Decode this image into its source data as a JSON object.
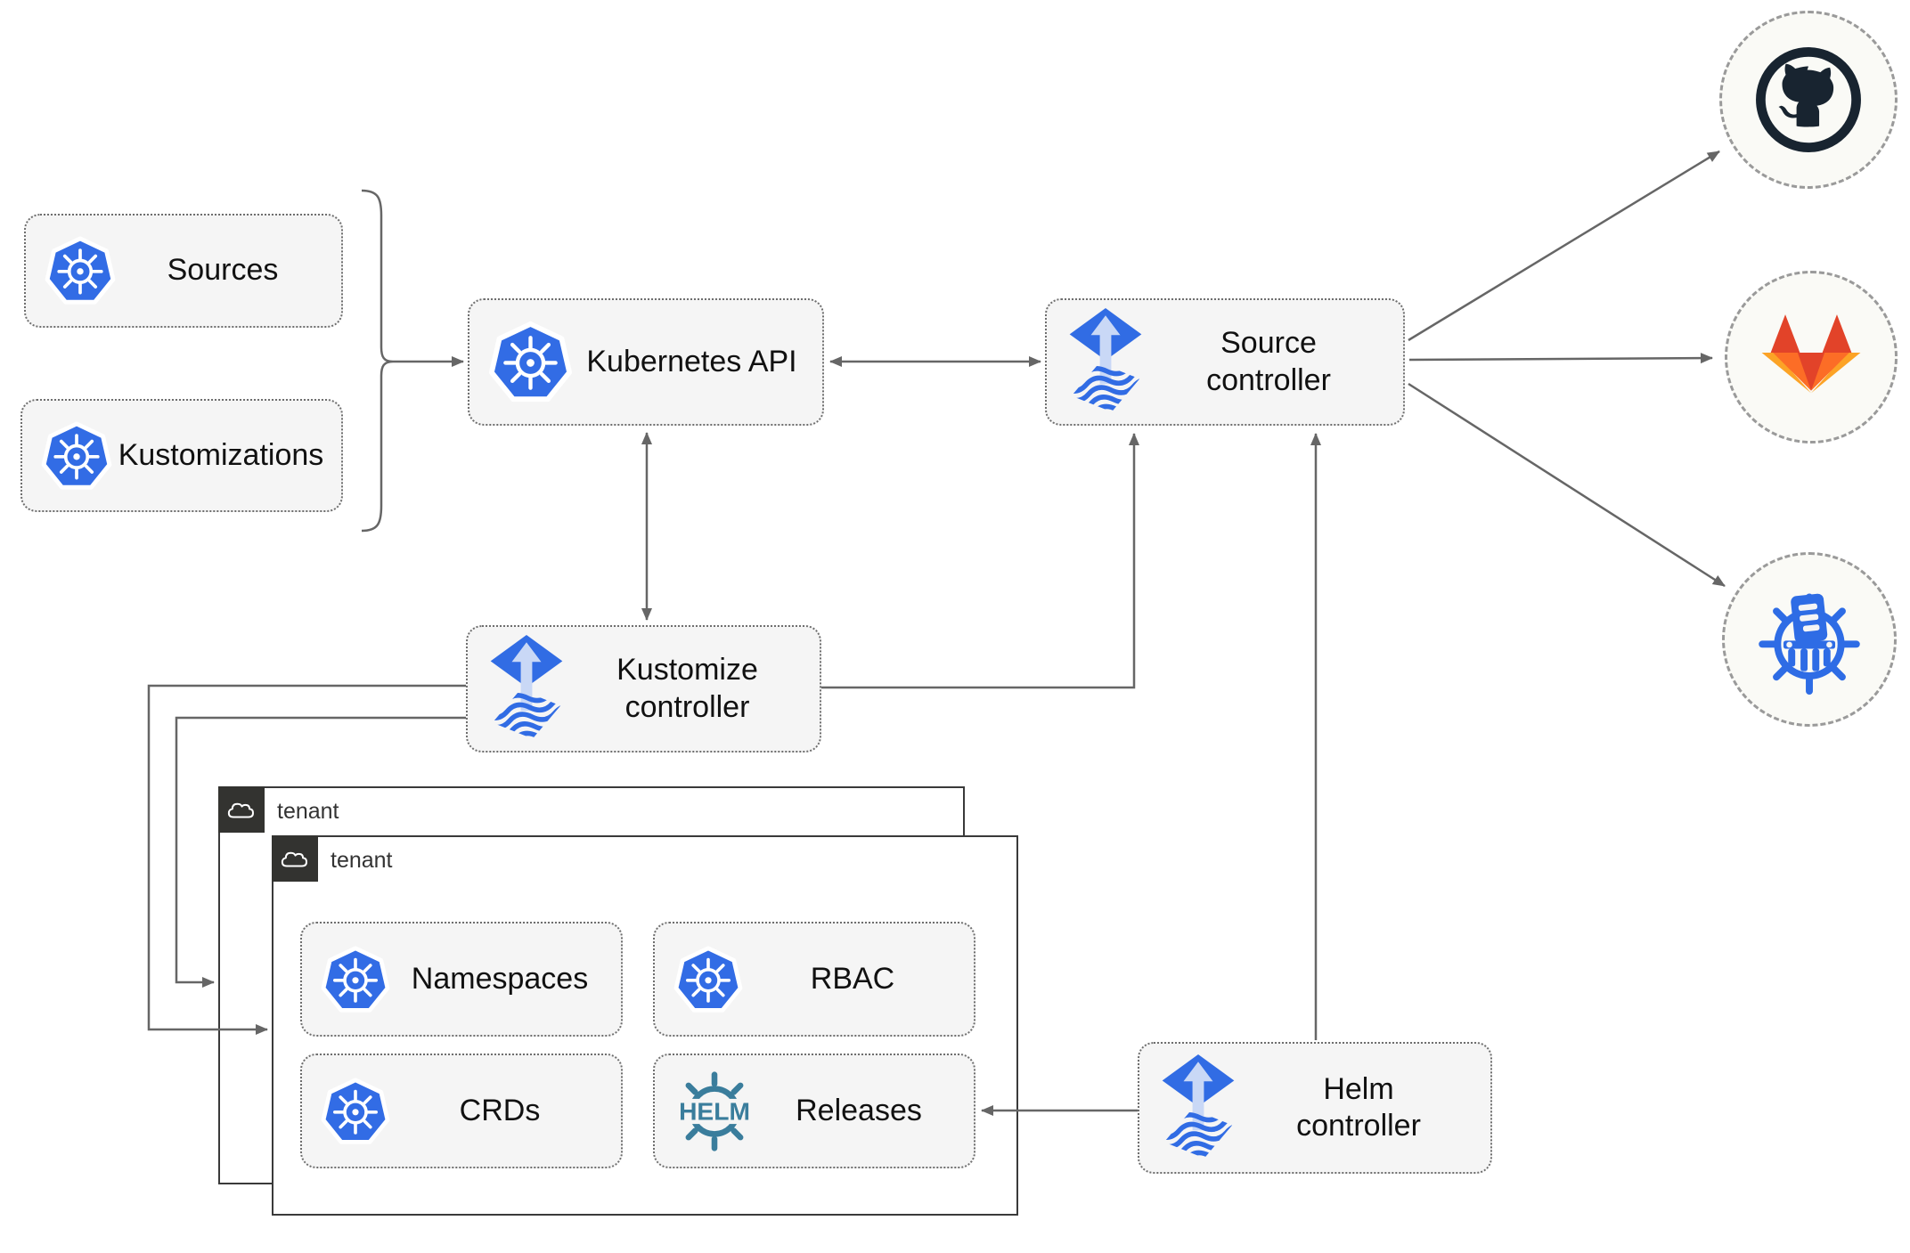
{
  "diagram": {
    "title": "Flux GitOps multi-tenant architecture",
    "nodes": {
      "sources": "Sources",
      "kustomizations": "Kustomizations",
      "kubernetes_api": "Kubernetes API",
      "source_controller": "Source\ncontroller",
      "kustomize_controller": "Kustomize\ncontroller",
      "helm_controller": "Helm\ncontroller",
      "namespaces": "Namespaces",
      "rbac": "RBAC",
      "crds": "CRDs",
      "releases": "Releases"
    },
    "tenants": {
      "outer": "tenant",
      "inner": "tenant"
    },
    "logos": {
      "helm_text": "HELM"
    },
    "external_systems": [
      "github",
      "gitlab",
      "harbor-registry"
    ],
    "icons": [
      "kubernetes-icon",
      "flux-icon",
      "helm-icon",
      "github-icon",
      "gitlab-icon",
      "harbor-icon",
      "cloud-icon"
    ],
    "edges": [
      {
        "from": "sources/kustomizations",
        "to": "kubernetes_api",
        "direction": "single"
      },
      {
        "from": "kubernetes_api",
        "to": "source_controller",
        "direction": "both"
      },
      {
        "from": "kubernetes_api",
        "to": "kustomize_controller",
        "direction": "both"
      },
      {
        "from": "kustomize_controller",
        "to": "source_controller",
        "direction": "single"
      },
      {
        "from": "kustomize_controller",
        "to": "tenant_inner",
        "direction": "single"
      },
      {
        "from": "kustomize_controller",
        "to": "tenant_outer",
        "direction": "single"
      },
      {
        "from": "helm_controller",
        "to": "source_controller",
        "direction": "single"
      },
      {
        "from": "helm_controller",
        "to": "releases",
        "direction": "single"
      },
      {
        "from": "source_controller",
        "to": "github",
        "direction": "single"
      },
      {
        "from": "source_controller",
        "to": "gitlab",
        "direction": "single"
      },
      {
        "from": "source_controller",
        "to": "harbor-registry",
        "direction": "single"
      }
    ],
    "colors": {
      "kubernetes_blue": "#326CE5",
      "flux_blue": "#316CE4",
      "flux_light": "#C9D8F6",
      "helm_teal": "#3A7D9C",
      "github_dark": "#182430",
      "gitlab_red": "#E24329",
      "gitlab_orange": "#FC6D26",
      "gitlab_amber": "#FCA326",
      "harbor_blue": "#2E6CE5",
      "wire_gray": "#666666",
      "box_fill": "#F5F5F5",
      "box_border": "#6E6E6E",
      "tenant_border": "#3A3A3A",
      "tenant_tab": "#333330",
      "text_dark": "#111111"
    }
  }
}
